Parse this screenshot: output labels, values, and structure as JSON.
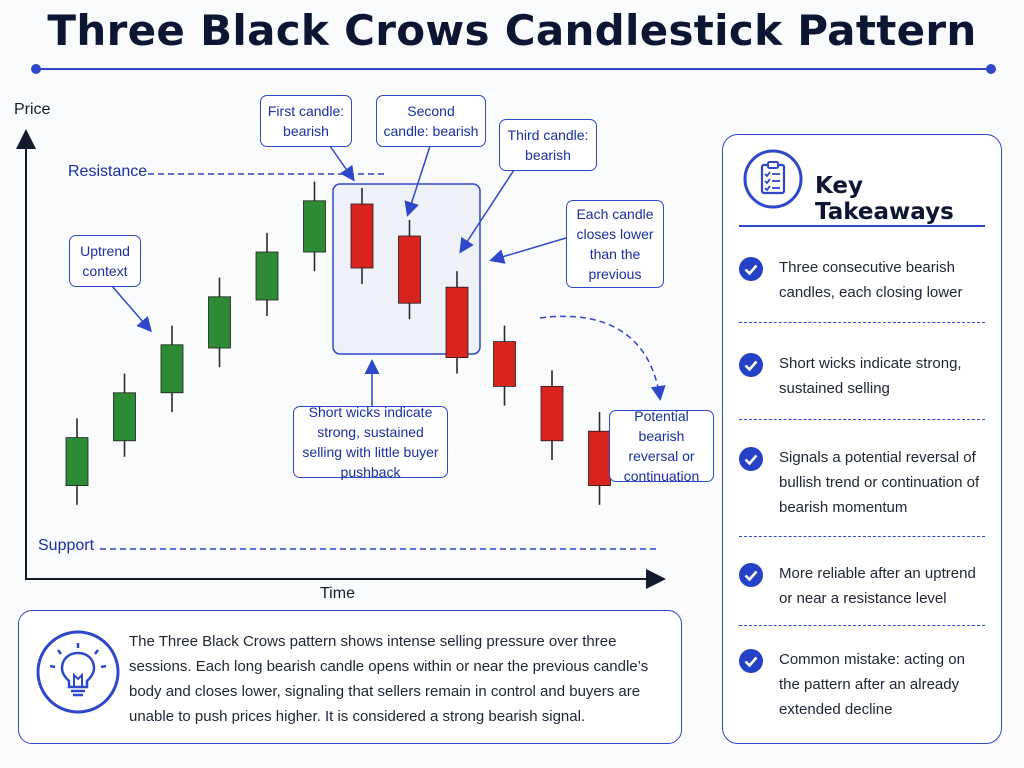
{
  "title": "Three Black Crows Candlestick Pattern",
  "colors": {
    "accent": "#2f47c9",
    "bullish": "#2e8b35",
    "bearish": "#d9231f",
    "panel_text": "#1a2fa0"
  },
  "chart": {
    "y_axis_label": "Price",
    "x_axis_label": "Time",
    "resistance_label": "Resistance",
    "support_label": "Support",
    "callouts": {
      "first_candle": "First candle: bearish",
      "second_candle": "Second candle: bearish",
      "third_candle": "Third candle: bearish",
      "each_lower": "Each candle closes lower than the previous",
      "uptrend": "Uptrend context",
      "short_wicks": "Short wicks indicate strong, sustained selling with little buyer pushback",
      "potential": "Potential bearish reversal or continuation"
    }
  },
  "chart_data": {
    "type": "candlestick",
    "title": "Three Black Crows Candlestick Pattern",
    "xlabel": "Time",
    "ylabel": "Price",
    "candles": [
      {
        "direction": "bullish",
        "open": 22,
        "close": 37,
        "high": 43,
        "low": 16
      },
      {
        "direction": "bullish",
        "open": 36,
        "close": 51,
        "high": 57,
        "low": 31
      },
      {
        "direction": "bullish",
        "open": 51,
        "close": 66,
        "high": 72,
        "low": 45
      },
      {
        "direction": "bullish",
        "open": 65,
        "close": 81,
        "high": 87,
        "low": 59
      },
      {
        "direction": "bullish",
        "open": 80,
        "close": 95,
        "high": 101,
        "low": 75
      },
      {
        "direction": "bullish",
        "open": 95,
        "close": 111,
        "high": 117,
        "low": 89
      },
      {
        "direction": "bearish",
        "open": 110,
        "close": 90,
        "high": 115,
        "low": 85
      },
      {
        "direction": "bearish",
        "open": 100,
        "close": 79,
        "high": 105,
        "low": 74
      },
      {
        "direction": "bearish",
        "open": 84,
        "close": 62,
        "high": 89,
        "low": 57
      },
      {
        "direction": "bearish",
        "open": 67,
        "close": 53,
        "high": 72,
        "low": 47
      },
      {
        "direction": "bearish",
        "open": 53,
        "close": 36,
        "high": 58,
        "low": 30
      },
      {
        "direction": "bearish",
        "open": 39,
        "close": 22,
        "high": 45,
        "low": 16
      }
    ],
    "reference_lines": [
      {
        "name": "Resistance",
        "value": 124
      },
      {
        "name": "Support",
        "value": 7
      }
    ],
    "highlighted_candles": [
      6,
      7,
      8
    ],
    "ylim": [
      0,
      135
    ]
  },
  "summary": {
    "icon": "lightbulb-icon",
    "text": "The Three Black Crows pattern shows intense selling pressure over three sessions. Each long bearish candle opens within or near the previous candle’s body and closes lower, signaling that sellers remain in control and buyers are unable to push prices higher. It is considered a strong bearish signal."
  },
  "takeaways": {
    "icon": "clipboard-checklist-icon",
    "title": "Key Takeaways",
    "items": [
      "Three consecutive bearish candles, each closing lower",
      "Short wicks indicate strong, sustained selling",
      "Signals a potential reversal of bullish trend or continuation of bearish momentum",
      "More reliable after an uptrend or near a resistance level",
      "Common mistake: acting on the pattern after an already extended decline"
    ]
  }
}
